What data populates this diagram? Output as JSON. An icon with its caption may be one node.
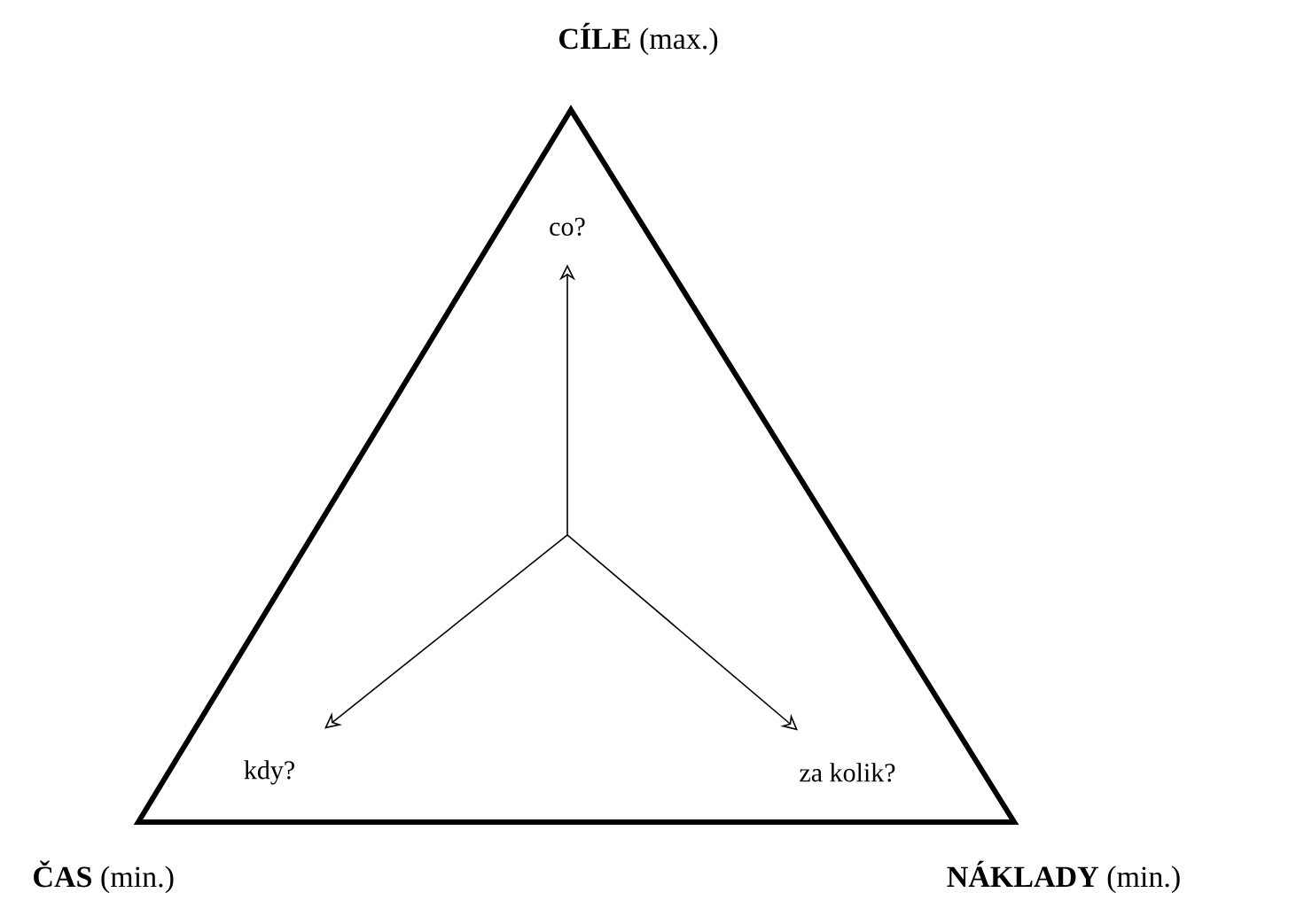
{
  "diagram": {
    "nodes": [
      {
        "text": [
          "co?"
        ]
      },
      {
        "text": [
          "kdy?"
        ]
      },
      {
        "text": [
          "za kolik?"
        ]
      }
    ],
    "edges": [
      {
        "from": null,
        "to": 0,
        "arrow": "to"
      },
      {
        "from": null,
        "to": 1,
        "arrow": "to"
      },
      {
        "from": null,
        "to": 2,
        "arrow": "to"
      }
    ],
    "labels": [
      "**CÍLE** (max.)",
      "**ČAS** (min.)",
      "**NÁKLADY** (min.)"
    ]
  }
}
